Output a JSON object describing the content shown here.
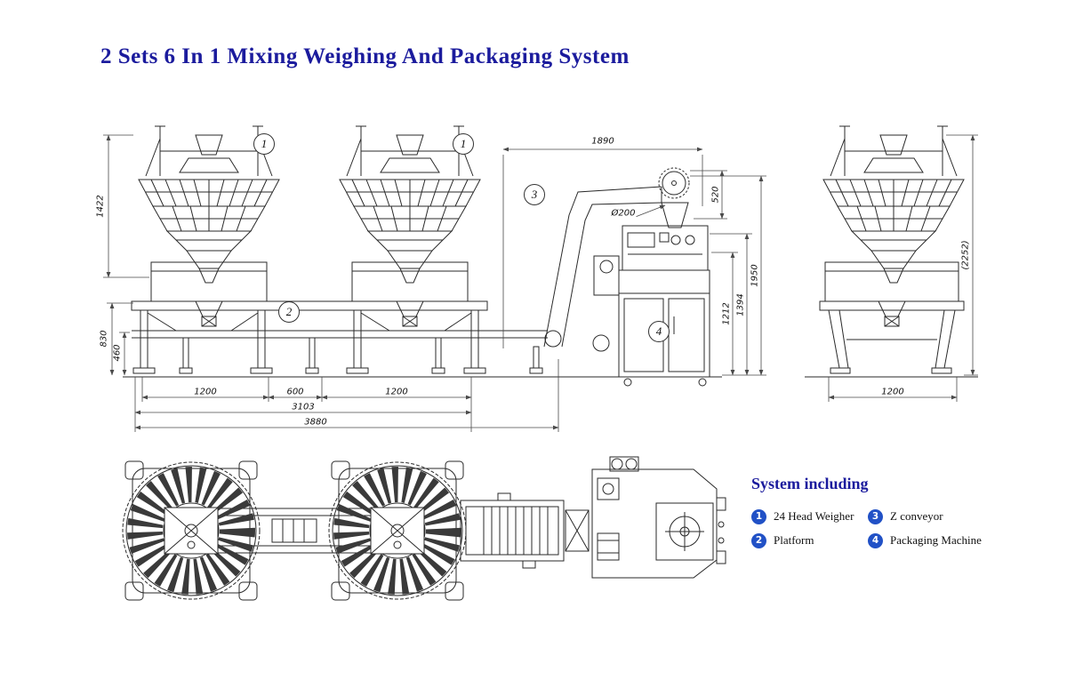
{
  "title": "2 Sets 6 In 1 Mixing Weighing And Packaging System",
  "colors": {
    "accent_blue": "#1b1b9d",
    "legend_blue": "#2151c6",
    "line": "#2a2a2a"
  },
  "callouts": {
    "weigher_left": "1",
    "weigher_right": "1",
    "platform": "2",
    "z_conveyor": "3",
    "packaging_machine": "4"
  },
  "dimensions": {
    "weigher_height": "1422",
    "platform_height": "830",
    "conveyor_height": "460",
    "weigher1_span": "1200",
    "center_gap": "600",
    "weigher2_span": "1200",
    "platform_length": "3103",
    "total_length": "3880",
    "z_conveyor_reach": "1890",
    "head_pulley": "520",
    "outlet_diameter": "Ø200",
    "pm_inlet_height": "1212",
    "pm_mid_height": "1394",
    "pm_top_height": "1950",
    "overall_height": "(2252)",
    "side_view_width": "1200"
  },
  "legend": {
    "title": "System including",
    "items": [
      {
        "num": "1",
        "label": "24 Head Weigher"
      },
      {
        "num": "2",
        "label": "Platform"
      },
      {
        "num": "3",
        "label": "Z conveyor"
      },
      {
        "num": "4",
        "label": "Packaging Machine"
      }
    ]
  }
}
